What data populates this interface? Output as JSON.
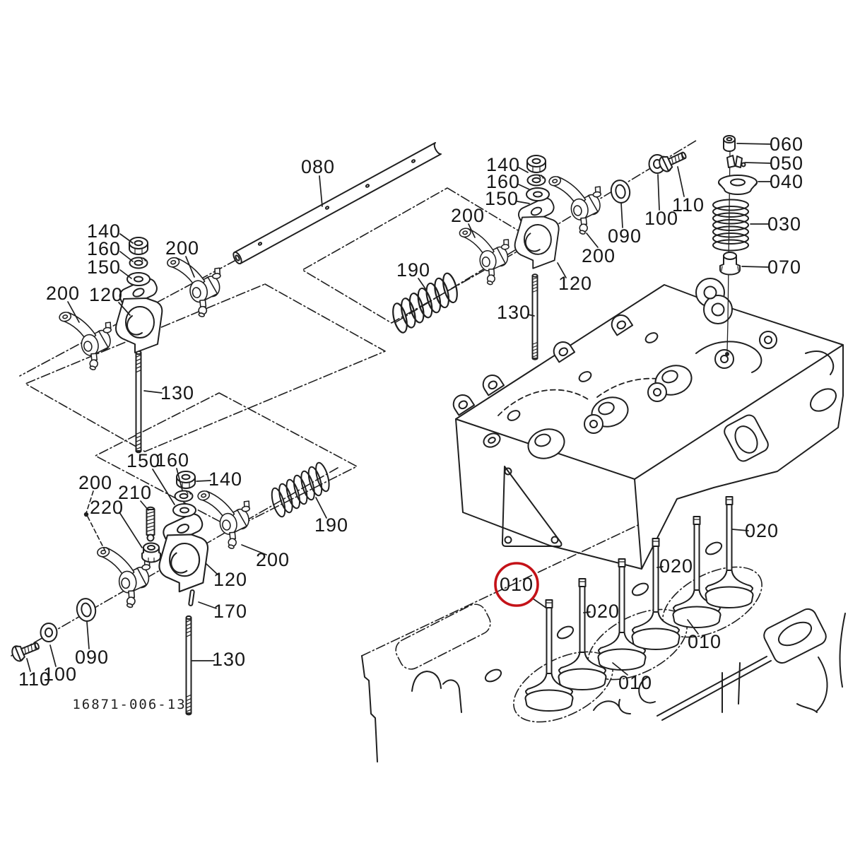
{
  "diagram": {
    "type": "exploded-parts-diagram",
    "subject": "engine cylinder head / valve mechanism",
    "drawing_number": "16871-006-13",
    "background_color": "#ffffff",
    "line_color": "#1f1f1f",
    "highlight_color": "#c41218",
    "highlighted_part": "010"
  },
  "callouts": {
    "tl_140": "140",
    "tl_160": "160",
    "tl_150": "150",
    "tl_200_upper": "200",
    "tl_200_lower": "200",
    "tl_120": "120",
    "tl_130": "130",
    "shaft_080": "080",
    "mid_140": "140",
    "mid_160": "160",
    "mid_150": "150",
    "mid_200_left": "200",
    "mid_190": "190",
    "mid_130": "130",
    "mid_120": "120",
    "mid_090": "090",
    "mid_200_right": "200",
    "mid_100": "100",
    "mid_110": "110",
    "vs_060": "060",
    "vs_050": "050",
    "vs_040": "040",
    "vs_030": "030",
    "vs_070": "070",
    "bl_200": "200",
    "bl_210": "210",
    "bl_220": "220",
    "bl_150": "150",
    "bl_160": "160",
    "bl_140": "140",
    "bl_190": "190",
    "bl_200_right": "200",
    "bl_120": "120",
    "bl_170": "170",
    "bl_130": "130",
    "bl_090": "090",
    "bl_100": "100",
    "bl_110": "110",
    "br_010_circled": "010",
    "br_020_top": "020",
    "br_020_mid": "020",
    "br_010_mid": "010",
    "br_010_right": "010",
    "br_020_right": "020",
    "drawing_number": "16871-006-13"
  }
}
